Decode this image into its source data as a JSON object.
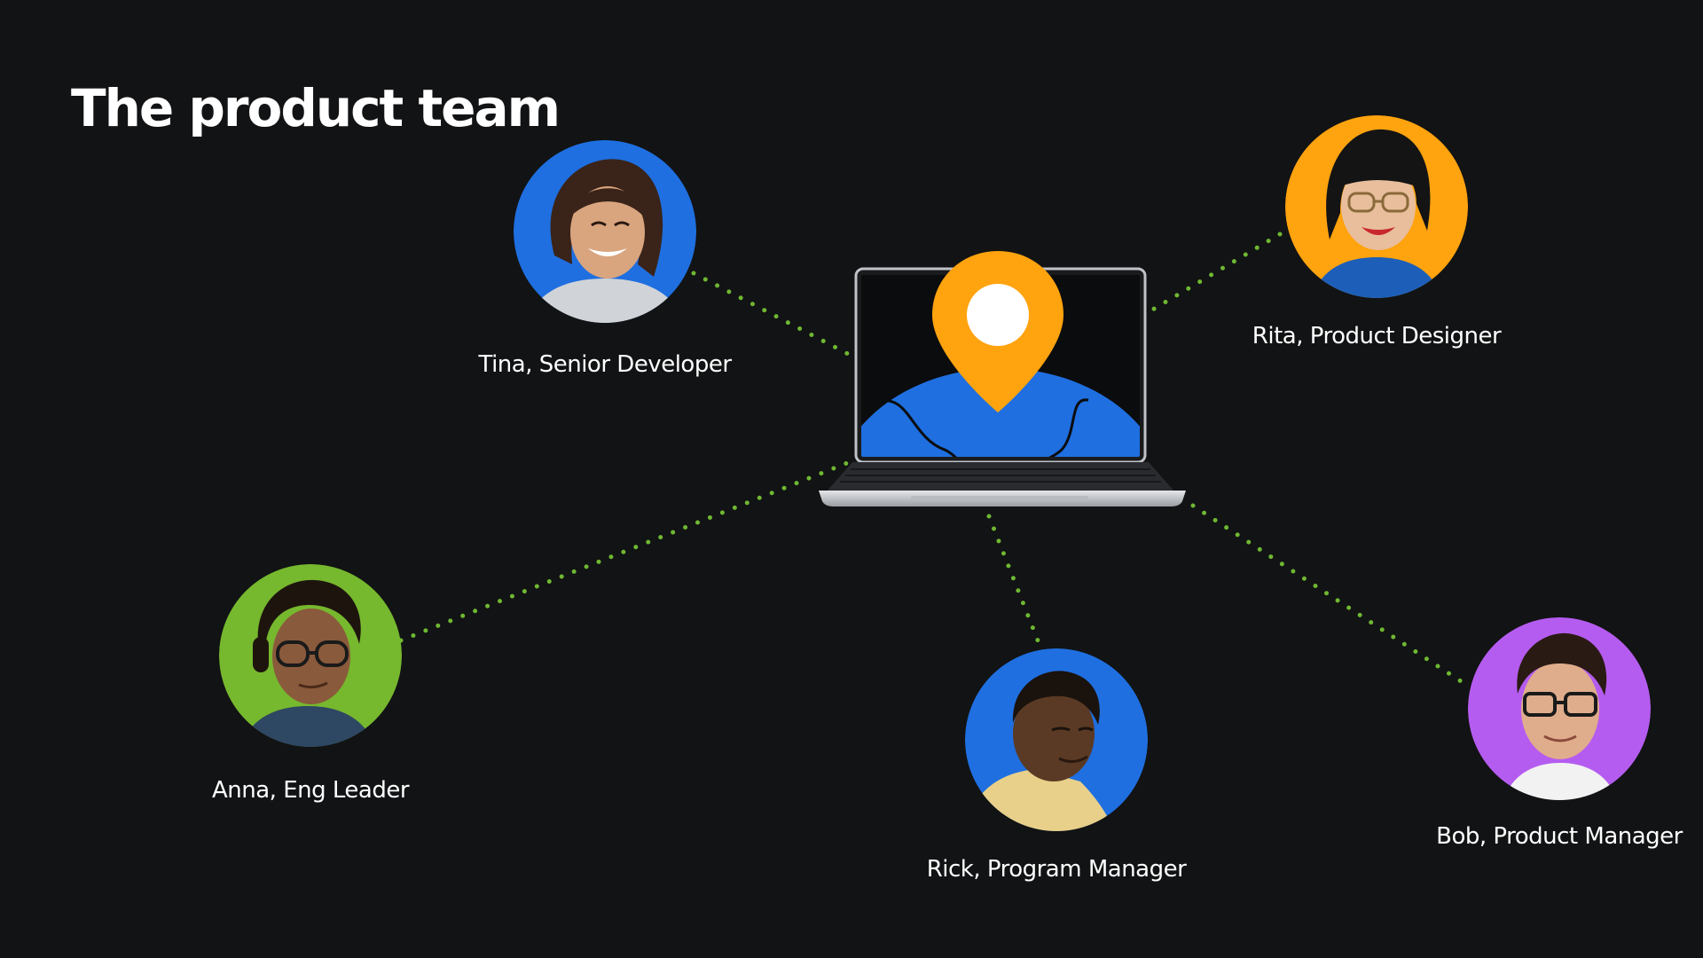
{
  "page": {
    "title": "The product team"
  },
  "colors": {
    "background": "#121314",
    "connector": "#6fb832",
    "pin": "#ffa30f",
    "screen_blue": "#1f6fe0"
  },
  "members": [
    {
      "id": "tina",
      "name": "Tina, Senior Developer",
      "ring_color": "#1f6fe0",
      "skin": "#d9a57f",
      "hair": "#3a2318",
      "shirt": "#d0d3d8"
    },
    {
      "id": "rita",
      "name": "Rita, Product Designer",
      "ring_color": "#ffa30f",
      "skin": "#e8be9c",
      "hair": "#141414",
      "shirt": "#1d5fb8"
    },
    {
      "id": "anna",
      "name": "Anna, Eng Leader",
      "ring_color": "#76b82e",
      "skin": "#8a5a3c",
      "hair": "#1e140e",
      "shirt": "#2e4763"
    },
    {
      "id": "rick",
      "name": "Rick, Program Manager",
      "ring_color": "#1f6fe0",
      "skin": "#5a3a24",
      "hair": "#1a120c",
      "shirt": "#e8d08a"
    },
    {
      "id": "bob",
      "name": "Bob, Product Manager",
      "ring_color": "#b55cf0",
      "skin": "#e0ad8c",
      "hair": "#2a1a14",
      "shirt": "#f2f2f2"
    }
  ]
}
